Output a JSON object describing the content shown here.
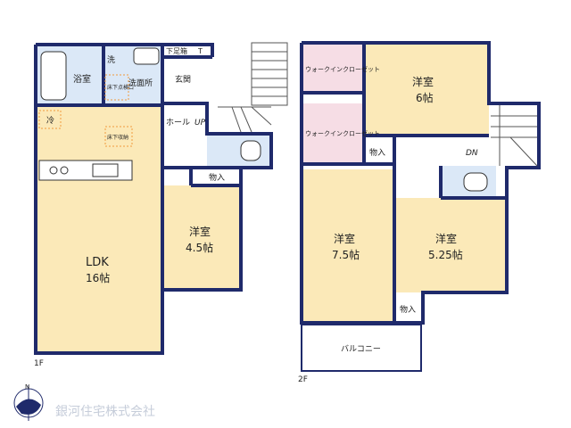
{
  "colors": {
    "wall": "#1f2a6b",
    "ldk_floor": "#fbe9b8",
    "room_floor": "#fbe9b8",
    "wet_floor": "#dbe8f7",
    "closet_floor": "#f6dde5",
    "storage_floor": "#ffffff"
  },
  "floor1": {
    "label": "1F",
    "rooms": {
      "bath": "浴室",
      "wash": "洗",
      "under_floor_inspection": "床下点検口",
      "washroom": "洗面所",
      "shoe_box": "下足箱",
      "t_mark": "T",
      "entrance": "玄関",
      "fridge": "冷",
      "underfloor_storage": "床下収納",
      "hall": "ホール",
      "up": "UP",
      "storage": "物入",
      "western_room_name": "洋室",
      "western_room_size": "4.5帖",
      "ldk_name": "LDK",
      "ldk_size": "16帖"
    }
  },
  "floor2": {
    "label": "2F",
    "rooms": {
      "walkin_closet_1": "ウォークインクローゼット",
      "walkin_closet_2": "ウォークインクローゼット",
      "room_top_name": "洋室",
      "room_top_size": "6帖",
      "storage_mid": "物入",
      "dn": "DN",
      "room_left_name": "洋室",
      "room_left_size": "7.5帖",
      "room_right_name": "洋室",
      "room_right_size": "5.25帖",
      "storage_bottom": "物入",
      "balcony": "バルコニー"
    }
  },
  "company": "銀河住宅株式会社",
  "north_mark": "N"
}
